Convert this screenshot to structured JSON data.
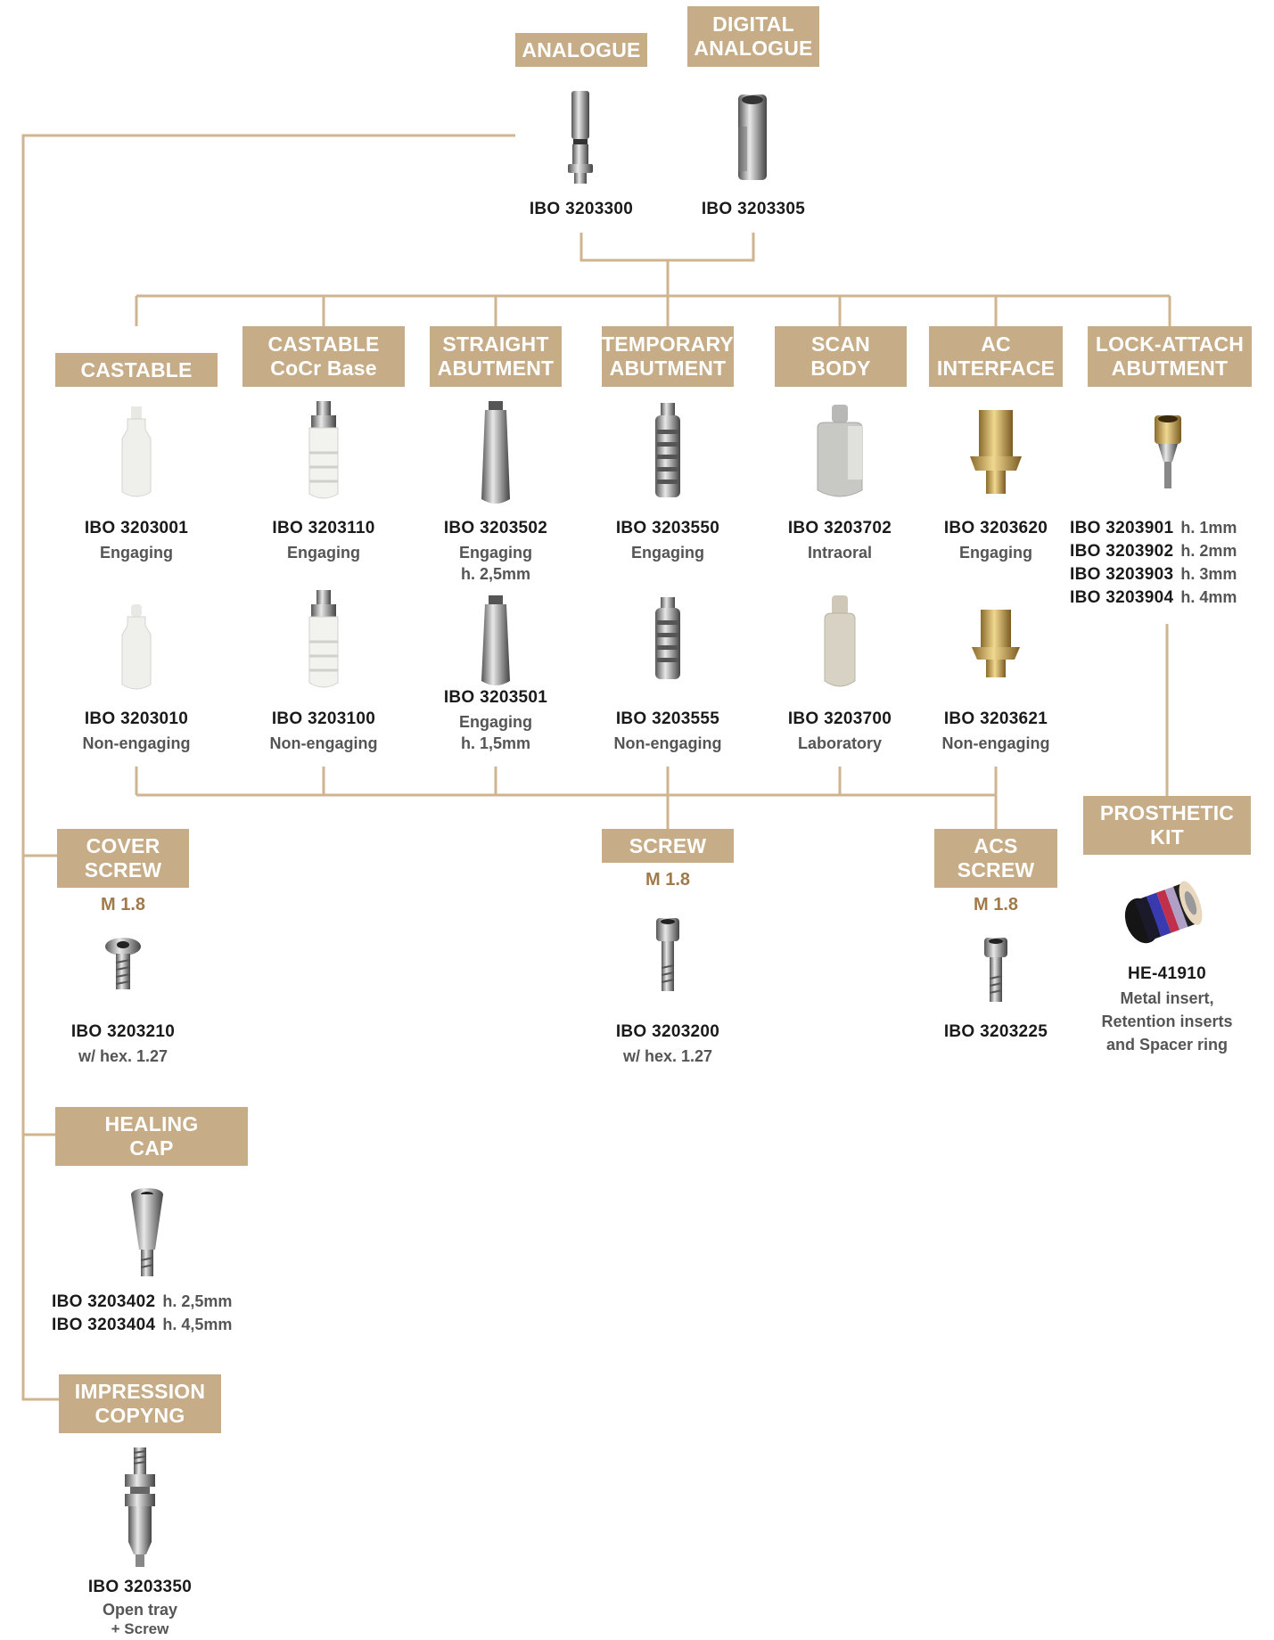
{
  "colors": {
    "accent": "#c6ac87",
    "connector": "#cfb490",
    "subtitle": "#a07a4a"
  },
  "top": {
    "analogue": {
      "title": "ANALOGUE",
      "code": "IBO 3203300",
      "icon": "analogue-part-icon"
    },
    "digital_analogue": {
      "title": [
        "DIGITAL",
        "ANALOGUE"
      ],
      "code": "IBO 3203305",
      "icon": "digital-analogue-part-icon"
    }
  },
  "columns": [
    {
      "title": [
        "CASTABLE"
      ],
      "items": [
        {
          "code": "IBO 3203001",
          "desc": [
            "Engaging"
          ]
        },
        {
          "code": "IBO 3203010",
          "desc": [
            "Non-engaging"
          ]
        }
      ]
    },
    {
      "title": [
        "CASTABLE",
        "CoCr Base"
      ],
      "items": [
        {
          "code": "IBO 3203110",
          "desc": [
            "Engaging"
          ]
        },
        {
          "code": "IBO 3203100",
          "desc": [
            "Non-engaging"
          ]
        }
      ]
    },
    {
      "title": [
        "STRAIGHT",
        "ABUTMENT"
      ],
      "items": [
        {
          "code": "IBO 3203502",
          "desc": [
            "Engaging",
            "h. 2,5mm"
          ]
        },
        {
          "code": "IBO 3203501",
          "desc": [
            "Engaging",
            "h. 1,5mm"
          ]
        }
      ]
    },
    {
      "title": [
        "TEMPORARY",
        "ABUTMENT"
      ],
      "items": [
        {
          "code": "IBO 3203550",
          "desc": [
            "Engaging"
          ]
        },
        {
          "code": "IBO 3203555",
          "desc": [
            "Non-engaging"
          ]
        }
      ]
    },
    {
      "title": [
        "SCAN",
        "BODY"
      ],
      "items": [
        {
          "code": "IBO 3203702",
          "desc": [
            "Intraoral"
          ]
        },
        {
          "code": "IBO 3203700",
          "desc": [
            "Laboratory"
          ]
        }
      ]
    },
    {
      "title": [
        "AC",
        "INTERFACE"
      ],
      "items": [
        {
          "code": "IBO 3203620",
          "desc": [
            "Engaging"
          ]
        },
        {
          "code": "IBO 3203621",
          "desc": [
            "Non-engaging"
          ]
        }
      ]
    }
  ],
  "lock_attach": {
    "title": [
      "LOCK-ATTACH",
      "ABUTMENT"
    ],
    "rows": [
      {
        "code": "IBO 3203901",
        "h": "h. 1mm"
      },
      {
        "code": "IBO 3203902",
        "h": "h. 2mm"
      },
      {
        "code": "IBO 3203903",
        "h": "h. 3mm"
      },
      {
        "code": "IBO 3203904",
        "h": "h. 4mm"
      }
    ]
  },
  "cover_screw": {
    "title": [
      "COVER",
      "SCREW"
    ],
    "sub": "M 1.8",
    "code": "IBO 3203210",
    "desc": "w/ hex. 1.27"
  },
  "screw": {
    "title": [
      "SCREW"
    ],
    "sub": "M 1.8",
    "code": "IBO 3203200",
    "desc": "w/ hex. 1.27"
  },
  "acs_screw": {
    "title": [
      "ACS",
      "SCREW"
    ],
    "sub": "M 1.8",
    "code": "IBO 3203225"
  },
  "prosthetic_kit": {
    "title": [
      "PROSTHETIC",
      "KIT"
    ],
    "code": "HE-41910",
    "desc": [
      "Metal insert,",
      "Retention inserts",
      "and Spacer ring"
    ]
  },
  "healing_cap": {
    "title": [
      "HEALING",
      "CAP"
    ],
    "rows": [
      {
        "code": "IBO 3203402",
        "h": "h. 2,5mm"
      },
      {
        "code": "IBO 3203404",
        "h": "h. 4,5mm"
      }
    ]
  },
  "impression": {
    "title": [
      "IMPRESSION",
      "COPYNG"
    ],
    "code": "IBO 3203350",
    "desc": [
      "Open tray",
      "+ Screw"
    ]
  }
}
